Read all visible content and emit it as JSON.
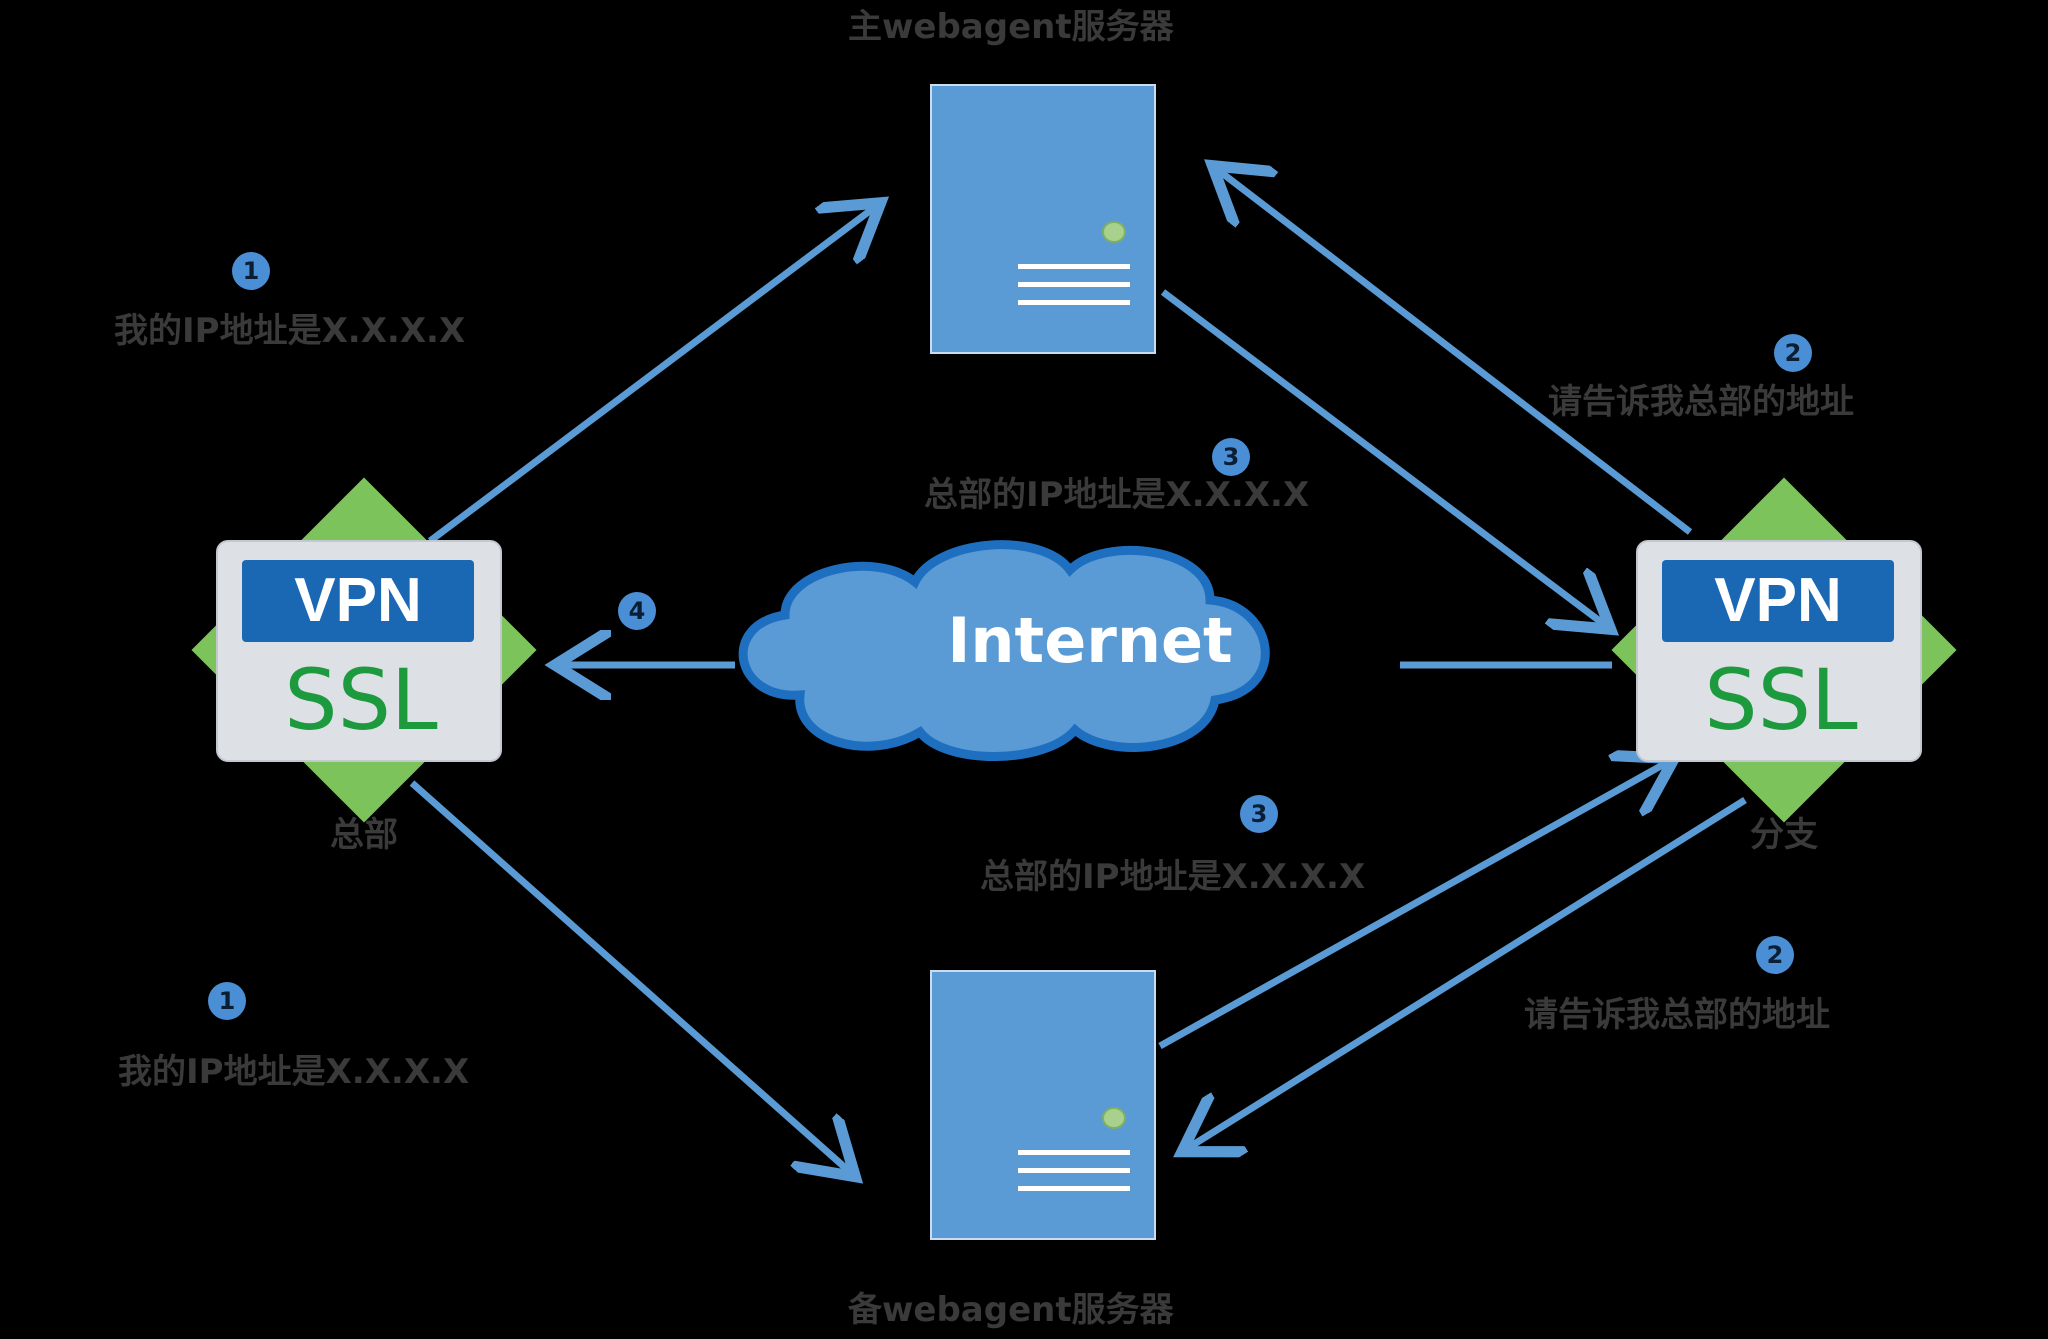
{
  "servers": {
    "main_label": "主webagent服务器",
    "backup_label": "备webagent服务器"
  },
  "nodes": {
    "hq_label": "总部",
    "branch_label": "分支",
    "vpn_text": "VPN",
    "ssl_text": "SSL"
  },
  "cloud": {
    "label": "Internet"
  },
  "steps": {
    "hq_top": {
      "number": "1",
      "text": "我的IP地址是X.X.X.X"
    },
    "hq_bottom": {
      "number": "1",
      "text": "我的IP地址是X.X.X.X"
    },
    "branch_top": {
      "number": "2",
      "text": "请告诉我总部的地址"
    },
    "branch_bottom": {
      "number": "2",
      "text": "请告诉我总部的地址"
    },
    "reply_top": {
      "number": "3",
      "text": "总部的IP地址是X.X.X.X"
    },
    "reply_bottom": {
      "number": "3",
      "text": "总部的IP地址是X.X.X.X"
    },
    "connect": {
      "number": "4"
    }
  },
  "colors": {
    "background": "#000000",
    "arrow": "#5b9bd5",
    "server_fill": "#5b9bd5",
    "cloud_fill": "#5b9bd5",
    "cloud_border": "#1f6fc0",
    "badge": "#4a8fd6",
    "vpn_band": "#1a67b4",
    "ssl_text": "#1e9a3e",
    "diamond": "#7cc35c",
    "label_text": "#3a3a3a"
  }
}
